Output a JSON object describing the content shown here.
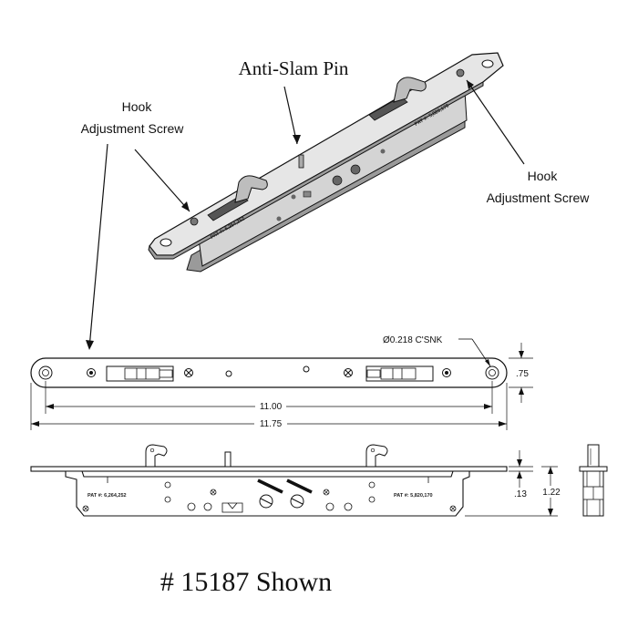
{
  "callouts": {
    "anti_slam_pin": "Anti-Slam Pin",
    "hook_screw_left_l1": "Hook",
    "hook_screw_left_l2": "Adjustment Screw",
    "hook_screw_right_l1": "Hook",
    "hook_screw_right_l2": "Adjustment Screw"
  },
  "dimensions": {
    "countersink": "Ø0.218 C'SNK",
    "faceplate_height": ".75",
    "hole_spacing": "11.00",
    "overall_length": "11.75",
    "faceplate_thickness": ".13",
    "total_depth": "1.22"
  },
  "patents": {
    "left": "PAT #: 6,264,252",
    "right": "PAT #: 5,820,170",
    "iso_left": "PAT #: 6,264,252",
    "iso_right": "PAT #: 5,820,170"
  },
  "caption": "# 15187 Shown",
  "colors": {
    "line": "#111111",
    "metal_light": "#e4e4e4",
    "metal_mid": "#bdbdbd",
    "metal_dark": "#7a7a7a"
  }
}
